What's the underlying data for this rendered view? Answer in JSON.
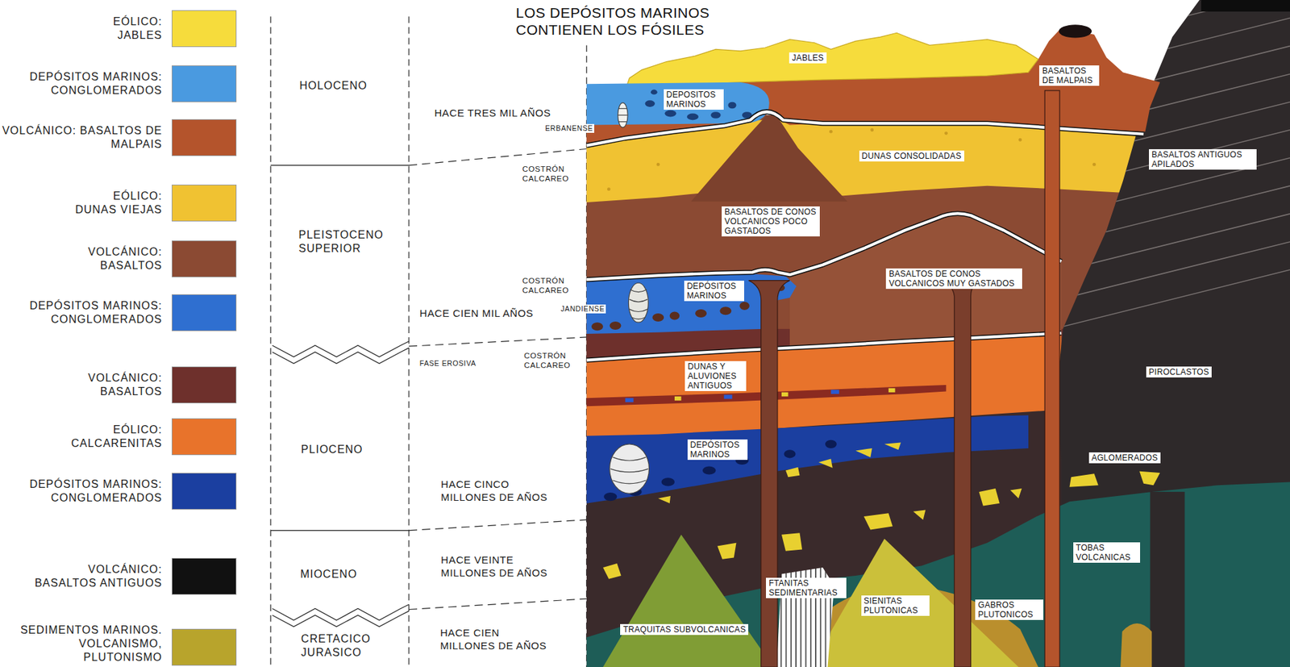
{
  "diagram": {
    "title": "LOS DEPÓSITOS MARINOS CONTIENEN LOS FÓSILES",
    "nodes": [
      {
        "text": [
          "HOLOCENO"
        ]
      },
      {
        "text": [
          "PLEISTOCENO SUPERIOR"
        ]
      },
      {
        "text": [
          "PLIOCENO"
        ]
      },
      {
        "text": [
          "MIOCENO"
        ]
      },
      {
        "text": [
          "CRETACICO JURASICO"
        ]
      },
      {
        "text": [
          "JABLES"
        ]
      },
      {
        "text": [
          "BASALTOS DE MALPAIS"
        ]
      },
      {
        "text": [
          "DEPOSITOS MARINOS"
        ]
      },
      {
        "text": [
          "DUNAS CONSOLIDADAS"
        ]
      },
      {
        "text": [
          "BASALTOS ANTIGUOS APILADOS"
        ]
      },
      {
        "text": [
          "BASALTOS DE CONOS VOLCANICOS POCO GASTADOS"
        ]
      },
      {
        "text": [
          "DEPÓSITOS MARINOS"
        ]
      },
      {
        "text": [
          "BASALTOS DE CONOS VOLCANICOS MUY GASTADOS"
        ]
      },
      {
        "text": [
          "DUNAS Y ALUVIONES ANTIGUOS"
        ]
      },
      {
        "text": [
          "PIROCLASTOS"
        ]
      },
      {
        "text": [
          "DEPÓSITOS MARINOS"
        ]
      },
      {
        "text": [
          "AGLOMERADOS"
        ]
      },
      {
        "text": [
          "TOBAS VOLCANICAS"
        ]
      },
      {
        "text": [
          "FTANITAS SEDIMENTARIAS"
        ]
      },
      {
        "text": [
          "SIENITAS PLUTONICAS"
        ]
      },
      {
        "text": [
          "GABROS PLUTONICOS"
        ]
      },
      {
        "text": [
          "TRAQUITAS SUBVOLCANICAS"
        ]
      }
    ],
    "labels": [
      "HACE TRES MIL AÑOS",
      "ERBANENSE",
      "COSTRÓN CALCAREO",
      "COSTRÓN CALCAREO",
      "HACE CIEN MIL AÑOS",
      "JANDIENSE",
      "COSTRÓN CALCAREO",
      "FASE EROSIVA",
      "HACE CINCO MILLONES DE AÑOS",
      "HACE VEINTE MILLONES DE AÑOS",
      "HACE CIEN MILLONES DE AÑOS"
    ],
    "legend": [
      {
        "text": "EÓLICO: JABLES",
        "color": "#f6dc3c"
      },
      {
        "text": "DEPÓSITOS MARINOS: CONGLOMERADOS",
        "color": "#4a9ae0"
      },
      {
        "text": "VOLCÁNICO: BASALTOS DE MALPAIS",
        "color": "#b4542c"
      },
      {
        "text": "EÓLICO: DUNAS VIEJAS",
        "color": "#f0c232"
      },
      {
        "text": "VOLCÁNICO: BASALTOS",
        "color": "#8b4a33"
      },
      {
        "text": "DEPÓSITOS MARINOS: CONGLOMERADOS",
        "color": "#2f6fd0"
      },
      {
        "text": "VOLCÁNICO: BASALTOS",
        "color": "#6e302c"
      },
      {
        "text": "EÓLICO: CALCARENITAS",
        "color": "#e8732b"
      },
      {
        "text": "DEPÓSITOS MARINOS: CONGLOMERADOS",
        "color": "#1b3fa0"
      },
      {
        "text": "VOLCÁNICO: BASALTOS ANTIGUOS",
        "color": "#111111"
      },
      {
        "text": "SEDIMENTOS MARINOS. VOLCANISMO, PLUTONISMO",
        "color": "#b8a42c"
      }
    ]
  }
}
